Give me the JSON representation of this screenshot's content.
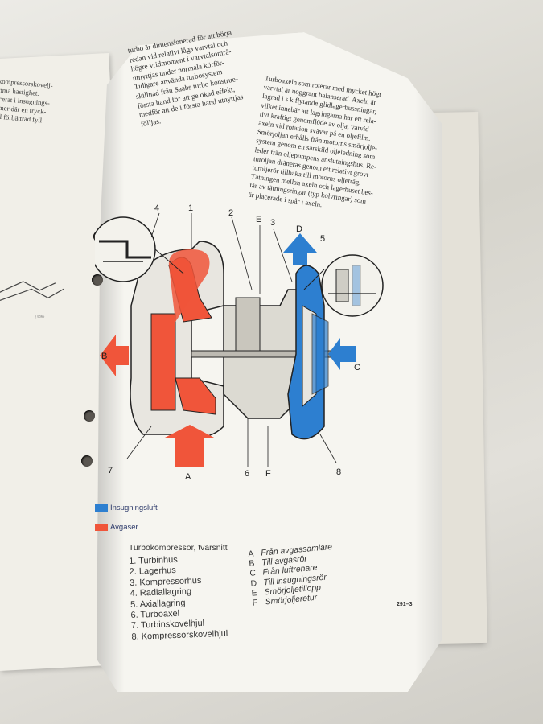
{
  "left_page": {
    "text": "t \"kompressorskovelj-\nsamma hastighet.\nplacerat i insugnings-\nommer där en tryck-\nv till förbättrad fyll-\nmet.",
    "figure_code": "2 5065"
  },
  "column_left": "turbo är dimensionerad för att börja\nredan vid relativt låga varvtal och\nhögre vridmoment i varvtalsområ-\nutnyttjas under normala körför-\nTidigare använda turbosystem\nskillnad från Saabs turbo konstrue-\nförsta hand för att ge ökad effekt,\nmedför att de i första hand utnyttjas\nfölljas.",
  "column_right": "Turboaxeln som roterar med mycket högt\nvarvtal är noggrant balanserad. Axeln är\nlagrad i s k flytande glidlagerbussningar,\nvilket innebär att lagringarna har ett rela-\ntivt kraftigt genomflöde av olja, varvid\naxeln vid rotation svävar på en oljefilm.\nSmörjoljan erhålls från motorns smörjolje-\nsystem genom en särskild oljeledning som\nleder från oljepumpens anslutningshus. Re-\nturoljan dräneras genom ett relativt grovt\nturoljerör tillbaka till motorns oljetråg.\nTätningen mellan axeln och lagerhuset bes-\ntår av tätningsringar (typ kolvringar) som\när placerade i spår i axeln.",
  "diagram": {
    "callouts": [
      "4",
      "1",
      "2",
      "E",
      "3",
      "D",
      "5",
      "B",
      "C",
      "7",
      "A",
      "6",
      "F",
      "8"
    ]
  },
  "legend": {
    "intake": {
      "label": "Insugningsluft",
      "color": "#2d7fd0"
    },
    "exhaust": {
      "label": "Avgaser",
      "color": "#f0553a"
    }
  },
  "caption": "Turbokompressor, tvärsnitt",
  "parts": [
    "1. Turbinhus",
    "2. Lagerhus",
    "3. Kompressorhus",
    "4. Radiallagring",
    "5. Axiallagring",
    "6. Turboaxel",
    "7. Turbinskovelhjul",
    "8. Kompressorskovelhjul"
  ],
  "flows": [
    {
      "key": "A",
      "label": "Från avgassamlare"
    },
    {
      "key": "B",
      "label": "Till avgasrör"
    },
    {
      "key": "C",
      "label": "Från luftrenare"
    },
    {
      "key": "D",
      "label": "Till insugningsrör"
    },
    {
      "key": "E",
      "label": "Smörjoljetillopp"
    },
    {
      "key": "F",
      "label": "Smörjoljeretur"
    }
  ],
  "page_number": "291–3"
}
